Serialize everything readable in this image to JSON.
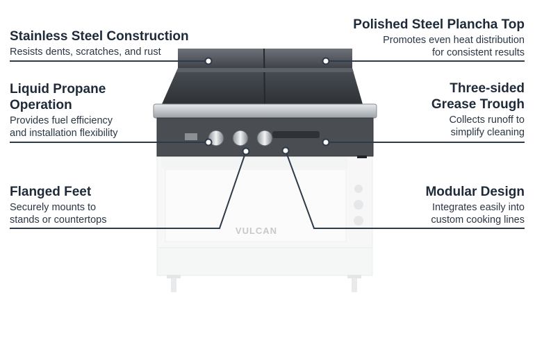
{
  "features": {
    "stainless": {
      "title": "Stainless Steel Construction",
      "desc": "Resists dents, scratches, and rust"
    },
    "propane": {
      "title_line1": "Liquid Propane",
      "title_line2": "Operation",
      "desc_line1": "Provides fuel efficiency",
      "desc_line2": "and installation flexibility"
    },
    "feet": {
      "title": "Flanged Feet",
      "desc_line1": "Securely mounts to",
      "desc_line2": "stands or countertops"
    },
    "plancha": {
      "title": "Polished Steel Plancha Top",
      "desc_line1": "Promotes even heat distribution",
      "desc_line2": "for consistent results"
    },
    "trough": {
      "title_line1": "Three-sided",
      "title_line2": "Grease Trough",
      "desc_line1": "Collects runoff to",
      "desc_line2": "simplify cleaning"
    },
    "modular": {
      "title": "Modular Design",
      "desc_line1": "Integrates easily into",
      "desc_line2": "custom cooking lines"
    }
  },
  "product": {
    "brand": "VULCAN"
  },
  "colors": {
    "callout_line": "#2d3a4a",
    "text": "#1e2a38"
  }
}
